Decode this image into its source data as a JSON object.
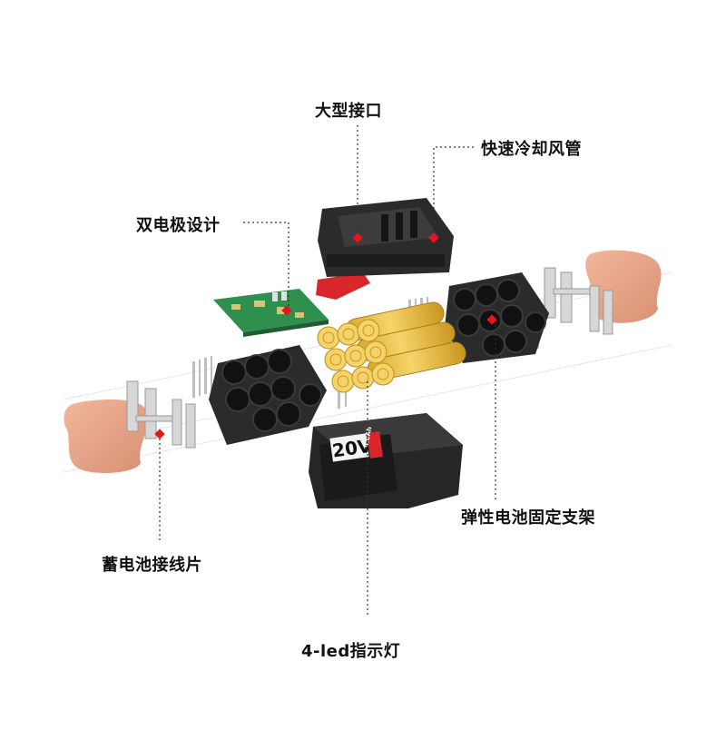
{
  "labels": {
    "large_interface": "大型接口",
    "cooling_duct": "快速冷却风管",
    "dual_electrode": "双电极设计",
    "elastic_bracket": "弹性电池固定支架",
    "connector_strip": "蓄电池接线片",
    "led_indicator": "4-led指示灯"
  },
  "pack_face": {
    "voltage": "20V",
    "capacity": "4.0Ah"
  },
  "colors": {
    "marker": "#e8141c",
    "cell": "#f2c94c",
    "housing": "#2b2b2b",
    "pcb": "#2f8f4e",
    "pad": "#e8a58a"
  }
}
